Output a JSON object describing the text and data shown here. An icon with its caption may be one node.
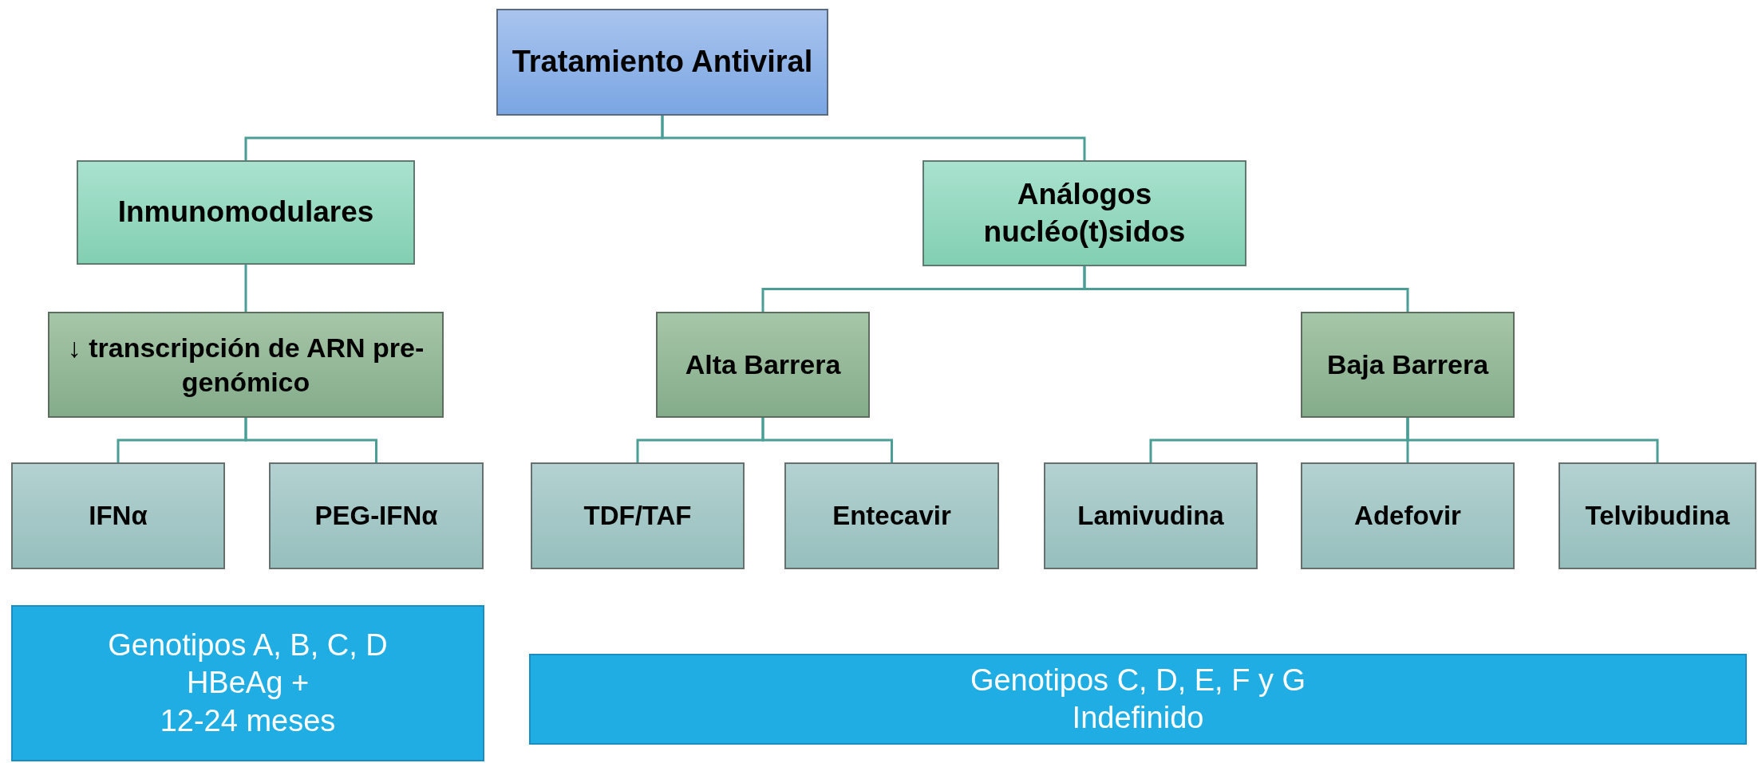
{
  "diagram": {
    "nodes": [
      {
        "text": [
          "Tratamiento Antiviral"
        ]
      },
      {
        "text": [
          "Inmunomodulares"
        ]
      },
      {
        "text": [
          "Análogos nucléo(t)sidos"
        ]
      },
      {
        "text": [
          "↓ transcripción de ARN pre-genómico"
        ]
      },
      {
        "text": [
          "Alta Barrera"
        ]
      },
      {
        "text": [
          "Baja Barrera"
        ]
      },
      {
        "text": [
          "IFNα"
        ]
      },
      {
        "text": [
          "PEG-IFNα"
        ]
      },
      {
        "text": [
          "TDF/TAF"
        ]
      },
      {
        "text": [
          "Entecavir"
        ]
      },
      {
        "text": [
          "Lamivudina"
        ]
      },
      {
        "text": [
          "Adefovir"
        ]
      },
      {
        "text": [
          "Telvibudina"
        ]
      },
      {
        "text": [
          "Genotipos A, B, C, D",
          "HBeAg +",
          "12-24 meses"
        ]
      },
      {
        "text": [
          "Genotipos C, D, E, F y G",
          "Indefinido"
        ]
      }
    ],
    "edges": [
      {
        "from": 0,
        "to": 1,
        "arrow": "none"
      },
      {
        "from": 0,
        "to": 2,
        "arrow": "none"
      },
      {
        "from": 1,
        "to": 3,
        "arrow": "none"
      },
      {
        "from": 2,
        "to": 4,
        "arrow": "none"
      },
      {
        "from": 2,
        "to": 5,
        "arrow": "none"
      },
      {
        "from": 3,
        "to": 6,
        "arrow": "none"
      },
      {
        "from": 3,
        "to": 7,
        "arrow": "none"
      },
      {
        "from": 4,
        "to": 8,
        "arrow": "none"
      },
      {
        "from": 4,
        "to": 9,
        "arrow": "none"
      },
      {
        "from": 5,
        "to": 10,
        "arrow": "none"
      },
      {
        "from": 5,
        "to": 11,
        "arrow": "none"
      },
      {
        "from": 5,
        "to": 12,
        "arrow": "none"
      }
    ]
  }
}
